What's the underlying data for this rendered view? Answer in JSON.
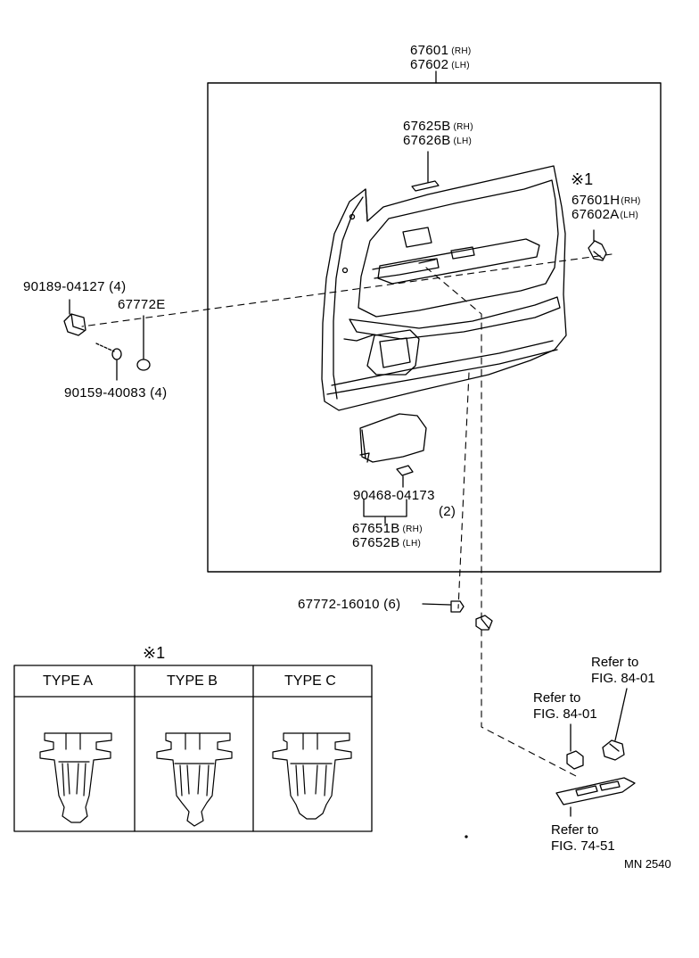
{
  "parts": {
    "panel_rh": "67601",
    "panel_lh": "67602",
    "sfx_rh": "(RH)",
    "sfx_lh": "(LH)",
    "handle_rh": "67625B",
    "handle_lh": "67626B",
    "clip_rh": "67601H",
    "clip_lh": "67602A",
    "nut_clip": "90189-04127 (4)",
    "cap": "67772E",
    "screw": "90159-40083 (4)",
    "retainer": "90468-04173",
    "retainer_qty": "(2)",
    "pocket_rh": "67651B",
    "pocket_lh": "67652B",
    "fastener": "67772-16010 (6)"
  },
  "clip_types": {
    "marker": "※1",
    "headers": [
      "TYPE A",
      "TYPE B",
      "TYPE C"
    ]
  },
  "references": {
    "ref1_line1": "Refer to",
    "ref1_line2": "FIG. 84-01",
    "ref2_line1": "Refer to",
    "ref2_line2": "FIG. 84-01",
    "ref3_line1": "Refer to",
    "ref3_line2": "FIG. 74-51"
  },
  "figure_code": "MN 2540"
}
